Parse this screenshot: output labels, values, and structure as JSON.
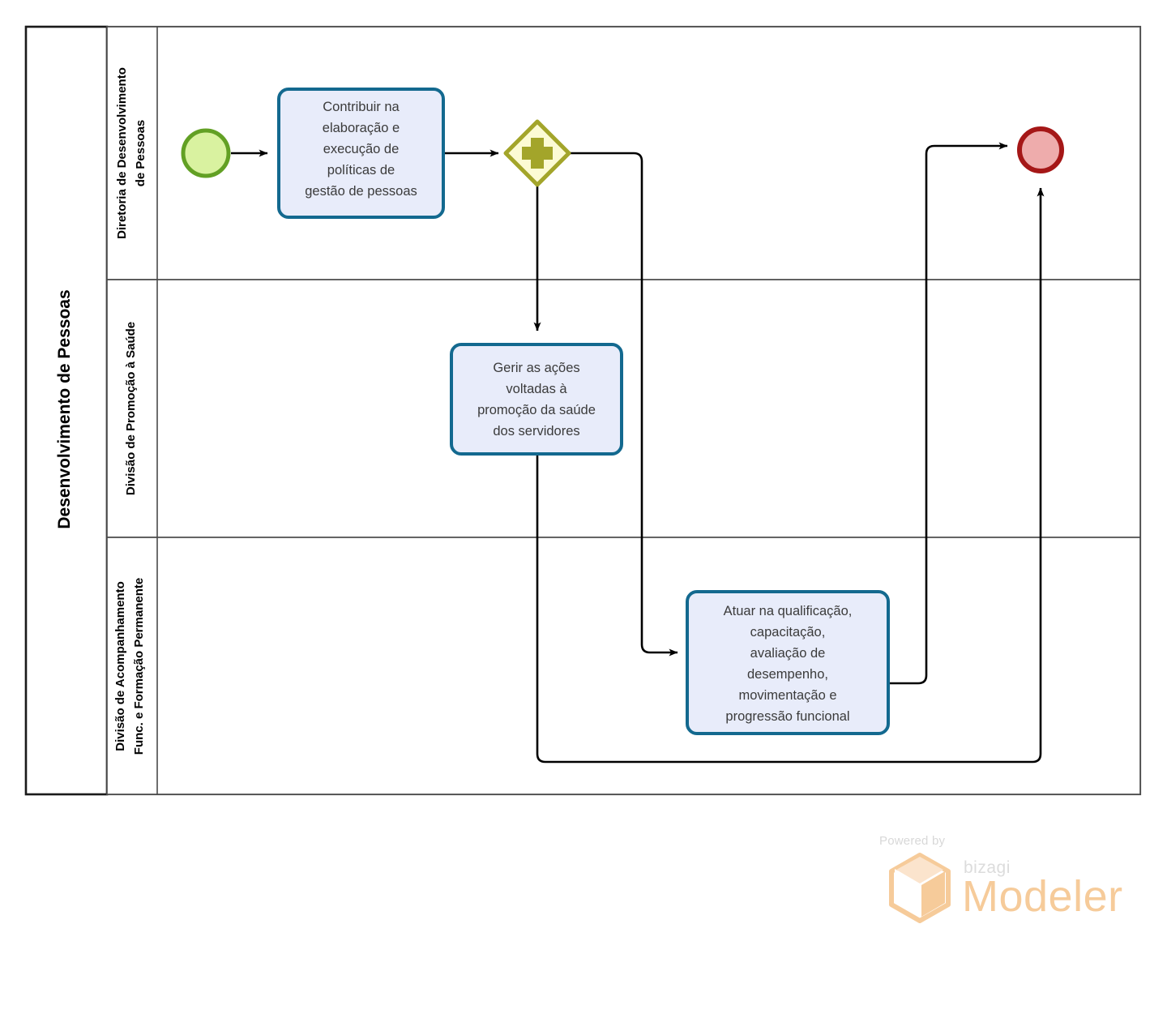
{
  "diagram": {
    "type": "bpmn-process-diagram",
    "notation": "BPMN",
    "pool": {
      "label": "Desenvolvimento de Pessoas"
    },
    "lanes": [
      {
        "id": "lane-1",
        "label_lines": [
          "Diretoria de Desenvolvimento",
          "de Pessoas"
        ]
      },
      {
        "id": "lane-2",
        "label_lines": [
          "Divisão de Promoção à Saúde"
        ]
      },
      {
        "id": "lane-3",
        "label_lines": [
          "Divisão de Acompanhamento",
          "Func. e Formação Permanente"
        ]
      }
    ],
    "events": [
      {
        "id": "start-event",
        "kind": "start",
        "label": "",
        "fill": "#d9f2a0",
        "stroke": "#62a024"
      },
      {
        "id": "end-event",
        "kind": "end",
        "label": "",
        "fill": "#eeacac",
        "stroke": "#a51717"
      }
    ],
    "gateways": [
      {
        "id": "parallel-gateway",
        "kind": "parallel",
        "symbol": "+",
        "fill": "#fcfbd4",
        "stroke": "#a3a52a"
      }
    ],
    "tasks": [
      {
        "id": "task-politicas",
        "lane": "lane-1",
        "lines": [
          "Contribuir na",
          "elaboração e",
          "execução de",
          "políticas de",
          "gestão de pessoas"
        ],
        "fill": "#e8ecfa",
        "stroke": "#13698f"
      },
      {
        "id": "task-saude",
        "lane": "lane-2",
        "lines": [
          "Gerir as ações",
          "voltadas à",
          "promoção da saúde",
          "dos servidores"
        ],
        "fill": "#e8ecfa",
        "stroke": "#13698f"
      },
      {
        "id": "task-qualificacao",
        "lane": "lane-3",
        "lines": [
          "Atuar na qualificação,",
          "capacitação,",
          "avaliação de",
          "desempenho,",
          "movimentação e",
          "progressão funcional"
        ],
        "fill": "#e8ecfa",
        "stroke": "#13698f"
      }
    ],
    "flows": [
      {
        "id": "flow-start-to-task1",
        "from": "start-event",
        "to": "task-politicas"
      },
      {
        "id": "flow-task1-to-gateway",
        "from": "task-politicas",
        "to": "parallel-gateway"
      },
      {
        "id": "flow-gateway-to-task2",
        "from": "parallel-gateway",
        "to": "task-saude"
      },
      {
        "id": "flow-gateway-to-task3",
        "from": "parallel-gateway",
        "to": "task-qualificacao"
      },
      {
        "id": "flow-task3-to-end",
        "from": "task-qualificacao",
        "to": "end-event"
      },
      {
        "id": "flow-task2-to-end",
        "from": "task-saude",
        "to": "end-event"
      }
    ]
  },
  "watermark": {
    "powered_by": "Powered by",
    "brand": "bizagi",
    "product": "Modeler",
    "color": "#f6cb9a"
  }
}
